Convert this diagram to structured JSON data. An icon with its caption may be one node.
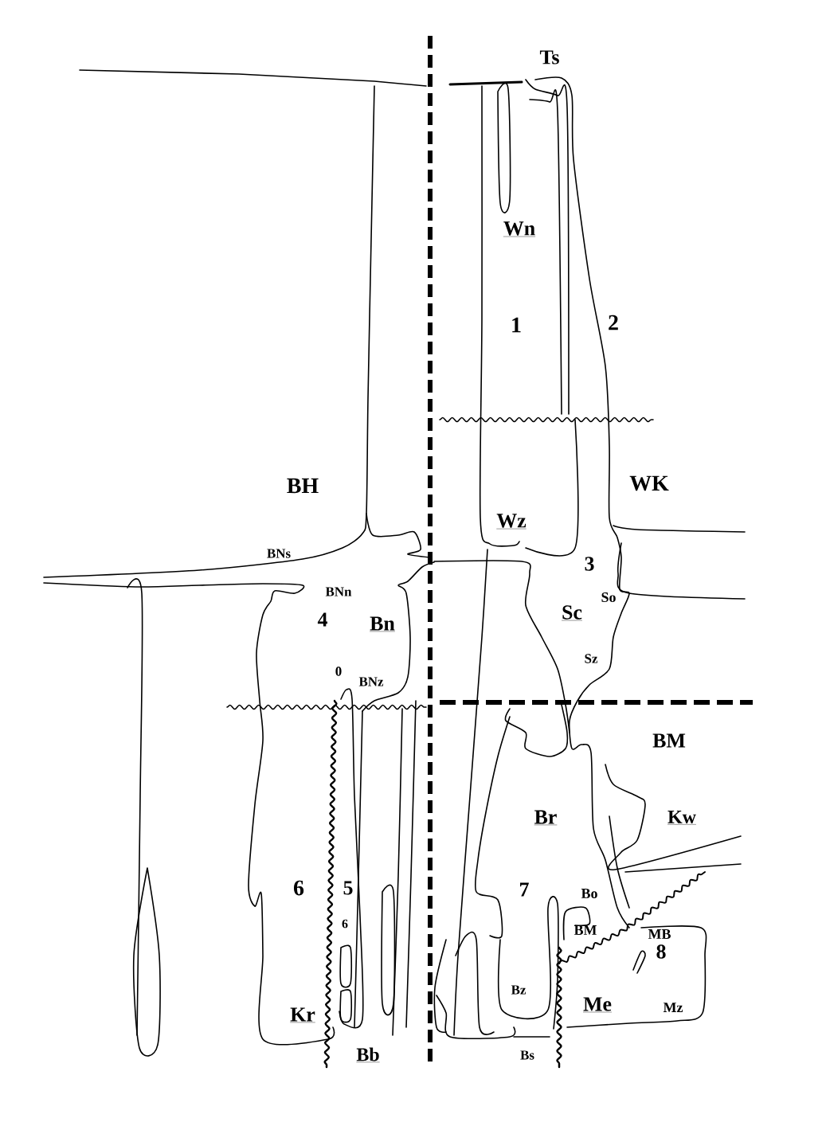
{
  "diagram": {
    "labels": [
      "Ts",
      "Wn",
      "1",
      "2",
      "BH",
      "WK",
      "Wz",
      "BNs",
      "3",
      "BNn",
      "4",
      "Bn",
      "Sc",
      "So",
      "Sz",
      "0",
      "BNz",
      "BM",
      "Br",
      "Kw",
      "6",
      "5",
      "7",
      "Bo",
      "6",
      "BM",
      "MB",
      "8",
      "Bz",
      "Kr",
      "Me",
      "Mz",
      "Bb",
      "Bs"
    ]
  }
}
